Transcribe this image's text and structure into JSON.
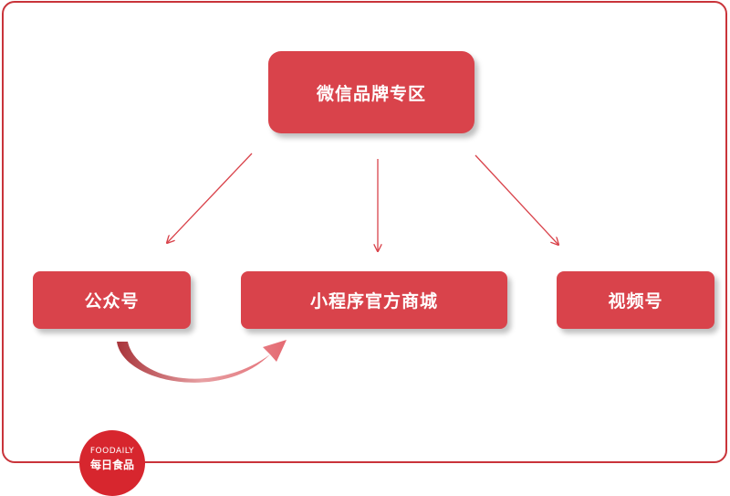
{
  "diagram": {
    "root": "微信品牌专区",
    "children": [
      {
        "label": "公众号"
      },
      {
        "label": "小程序官方商城"
      },
      {
        "label": "视频号"
      }
    ]
  },
  "logo": {
    "en": "FOODAILY",
    "zh": "每日食品"
  },
  "colors": {
    "node": "#d9434b",
    "frame": "#c9343a",
    "arrow": "#d9434b",
    "logo": "#d7262e"
  }
}
